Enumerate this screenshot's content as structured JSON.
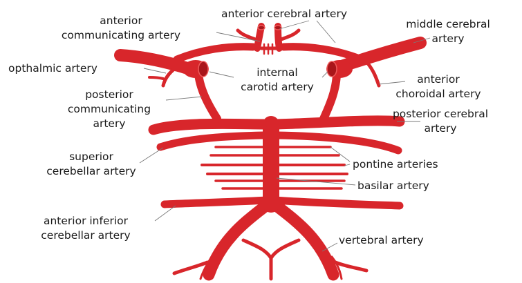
{
  "colors": {
    "artery": "#d8262b",
    "artery_highlight": "#ee5a5a",
    "artery_dark": "#a9151a",
    "leader_line": "#7a7a7a",
    "label_text": "#1a1a1a",
    "background": "#ffffff"
  },
  "labels": {
    "anterior_communicating": [
      "anterior",
      "communicating artery"
    ],
    "anterior_cerebral": [
      "anterior cerebral artery"
    ],
    "middle_cerebral": [
      "middle cerebral",
      "artery"
    ],
    "opthalmic": [
      "opthalmic artery"
    ],
    "internal_carotid": [
      "internal",
      "carotid artery"
    ],
    "anterior_choroidal": [
      "anterior",
      "choroidal artery"
    ],
    "posterior_communicating": [
      "posterior",
      "communicating",
      "artery"
    ],
    "posterior_cerebral": [
      "posterior cerebral",
      "artery"
    ],
    "superior_cerebellar": [
      "superior",
      "cerebellar artery"
    ],
    "pontine": [
      "pontine arteries"
    ],
    "basilar": [
      "basilar artery"
    ],
    "anterior_inferior_cerebellar": [
      "anterior inferior",
      "cerebellar artery"
    ],
    "vertebral": [
      "vertebral artery"
    ]
  }
}
